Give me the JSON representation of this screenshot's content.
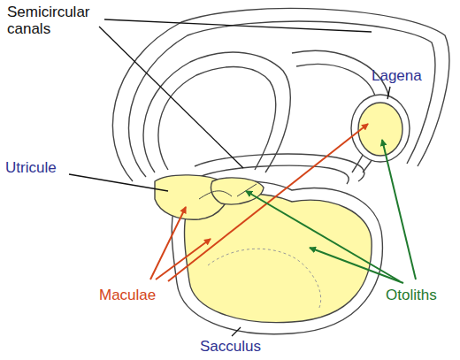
{
  "diagram": {
    "labels": [
      "Semicircular canals",
      "Lagena",
      "Utricule",
      "Maculae",
      "Otoliths",
      "Sacculus"
    ]
  }
}
